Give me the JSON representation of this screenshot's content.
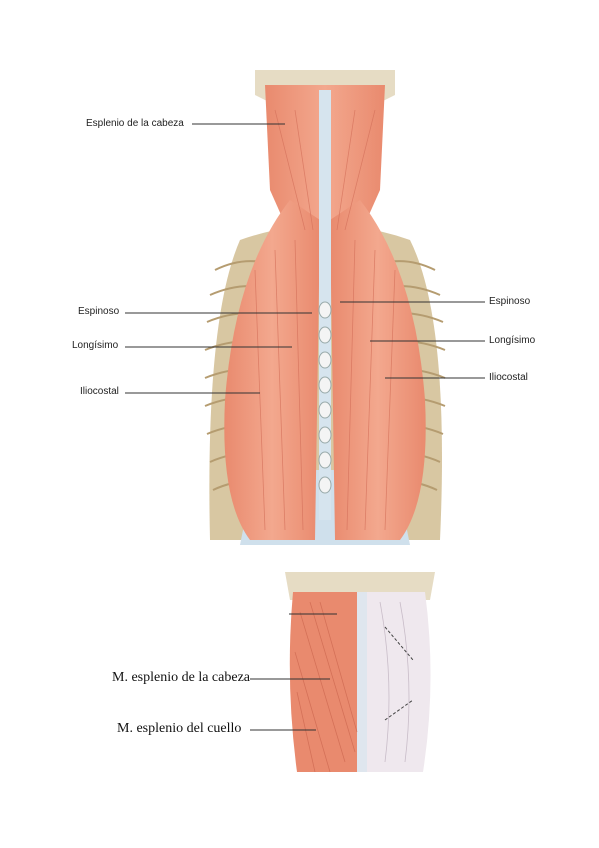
{
  "figure1": {
    "labels": {
      "esplenio_cabeza": "Esplenio de la cabeza",
      "espinoso_left": "Espinoso",
      "longisimo_left": "Longísimo",
      "iliocostal_left": "Iliocostal",
      "espinoso_right": "Espinoso",
      "longisimo_right": "Longísimo",
      "iliocostal_right": "Iliocostal"
    }
  },
  "figure2": {
    "labels": {
      "esplenio_cabeza": "M. esplenio de la cabeza",
      "esplenio_cuello": "M. esplenio del cuello"
    }
  },
  "colors": {
    "muscle": "#ee9a80",
    "muscle_dark": "#d9735a",
    "tendon": "#cfe0ec",
    "bone": "#e8dcc0",
    "fascia": "#efe8ee"
  }
}
